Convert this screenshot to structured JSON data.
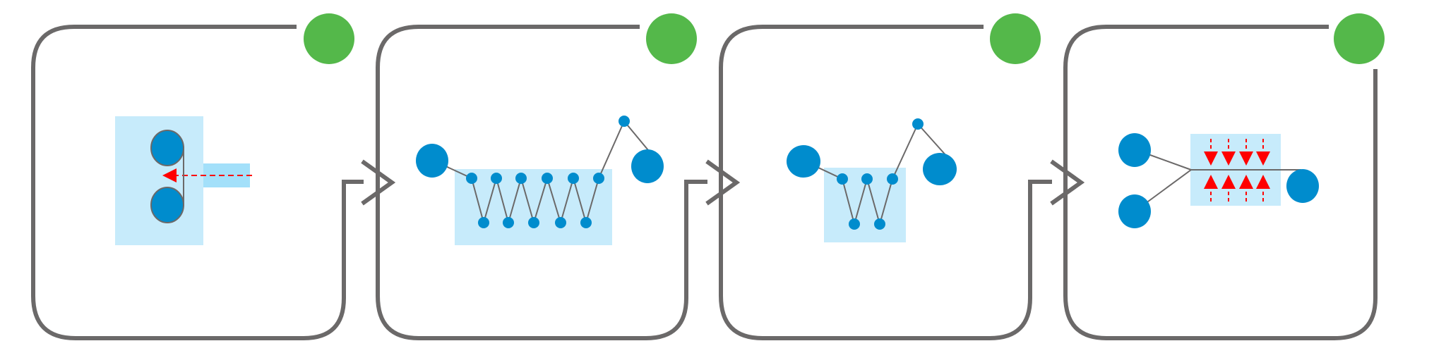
{
  "colors": {
    "frame": "#6b6969",
    "status_dot": "#54b84a",
    "roller": "#008ccd",
    "zone": "#c7ebfb",
    "zone_strong": "#a3e0fa",
    "arrow": "#ff0000",
    "line": "#6b6969"
  },
  "panels": [
    {
      "id": "step-1",
      "content": "two-rollers-with-feed",
      "status": "green"
    },
    {
      "id": "step-2",
      "content": "long-serpentine",
      "status": "green"
    },
    {
      "id": "step-3",
      "content": "short-serpentine",
      "status": "green"
    },
    {
      "id": "step-4",
      "content": "pressing-merge",
      "status": "green"
    }
  ],
  "connectors": [
    "step-1-to-2",
    "step-2-to-3",
    "step-3-to-4"
  ]
}
